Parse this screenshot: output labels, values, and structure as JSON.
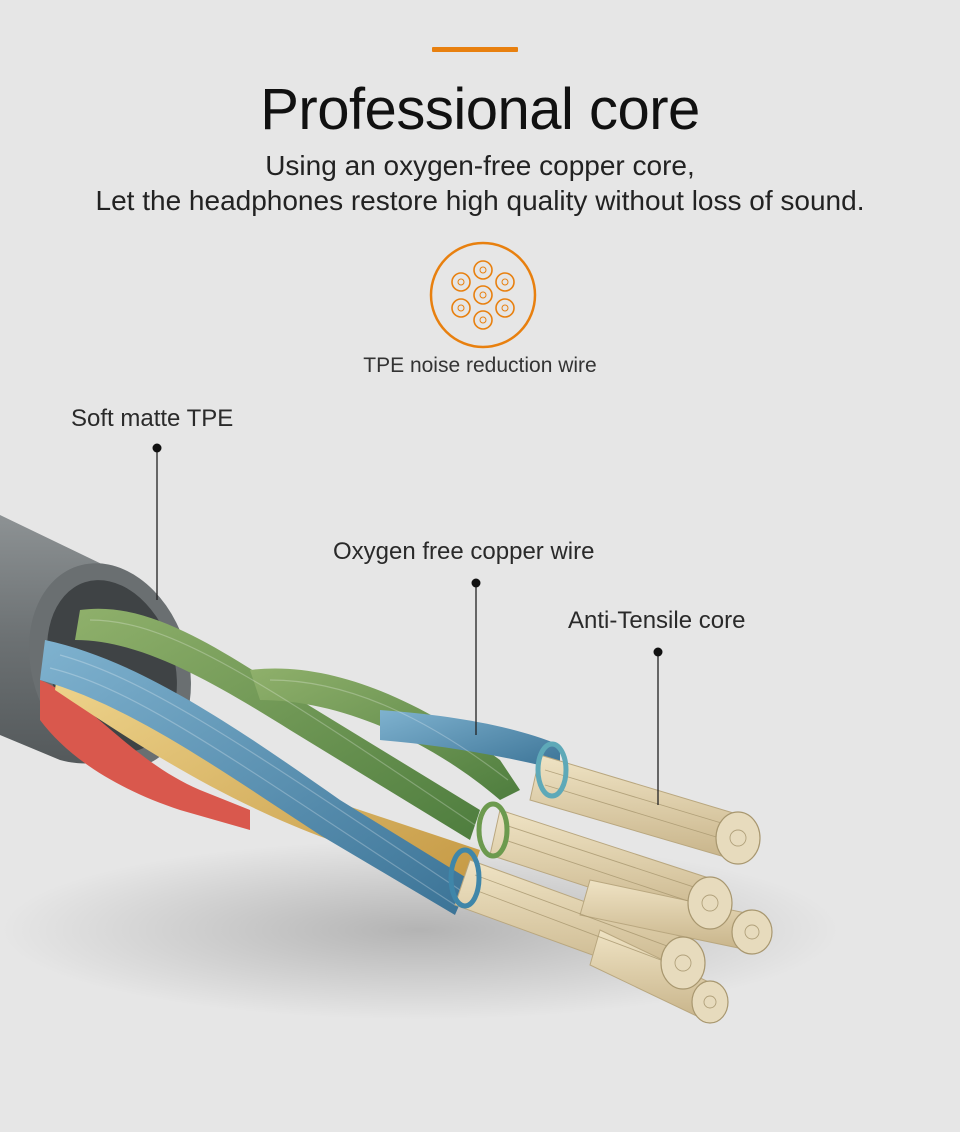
{
  "header": {
    "title": "Professional core",
    "subtitle_line1": "Using an oxygen-free copper core,",
    "subtitle_line2": "Let the headphones restore high quality without loss of sound."
  },
  "badge": {
    "icon": "wire-cross-section-icon",
    "label": "TPE noise reduction wire",
    "color": "#e8800f"
  },
  "callouts": {
    "jacket": "Soft matte TPE",
    "copper": "Oxygen free copper wire",
    "core": "Anti-Tensile core"
  },
  "colors": {
    "accent": "#e8800f",
    "background": "#e6e6e6"
  }
}
